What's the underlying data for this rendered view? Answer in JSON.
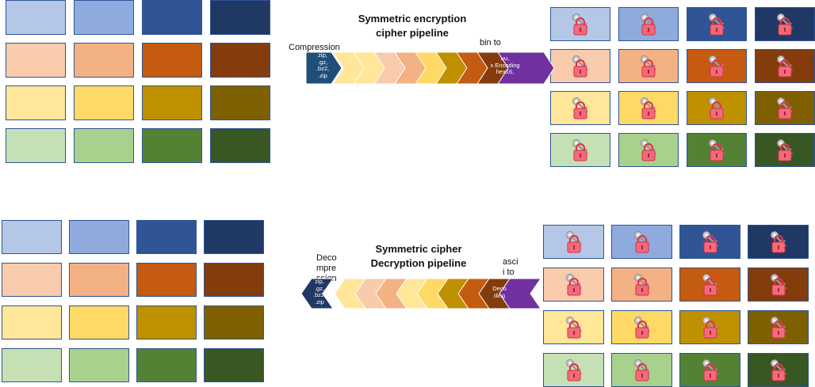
{
  "palette": [
    [
      "#b4c7e7",
      "#8faadc",
      "#2f5597",
      "#203864"
    ],
    [
      "#f8cbad",
      "#f4b183",
      "#c55a11",
      "#843c0c"
    ],
    [
      "#ffe699",
      "#ffd966",
      "#bf9000",
      "#7f6000"
    ],
    [
      "#c5e0b4",
      "#a9d18e",
      "#548235",
      "#385723"
    ]
  ],
  "encryption": {
    "title": "Symmetric encryption\ncipher pipeline",
    "left_label": "Compression",
    "left_sub": "zip,\n.gz,\n.bz2,\n.zip",
    "right_label": "bin to",
    "right_sub": "uu,\nx Encoding\nhex16,",
    "chevron_colors": [
      "#ffe699",
      "#ffe699",
      "#f8cbad",
      "#f4b183",
      "#ffd966",
      "#bf9000",
      "#c55a11",
      "#843c0c"
    ],
    "start_color": "#1f4e79",
    "end_color": "#7030a0"
  },
  "decryption": {
    "title": "Symmetric cipher\nDecryption pipeline",
    "left_label": "Deco\nmpre\nssion",
    "left_sub": "zip,\n.gz,\n.bz2,\n.zip",
    "right_label": "asci\ni to\nbin",
    "right_sub": "Deco\nding",
    "chevron_colors": [
      "#ffe699",
      "#f8cbad",
      "#f4b183",
      "#ffe699",
      "#ffd966",
      "#bf9000",
      "#c55a11",
      "#843c0c"
    ],
    "start_color": "#203864",
    "end_color": "#7030a0"
  },
  "icons": {
    "tile_overlay": "padlock-with-key-icon"
  }
}
